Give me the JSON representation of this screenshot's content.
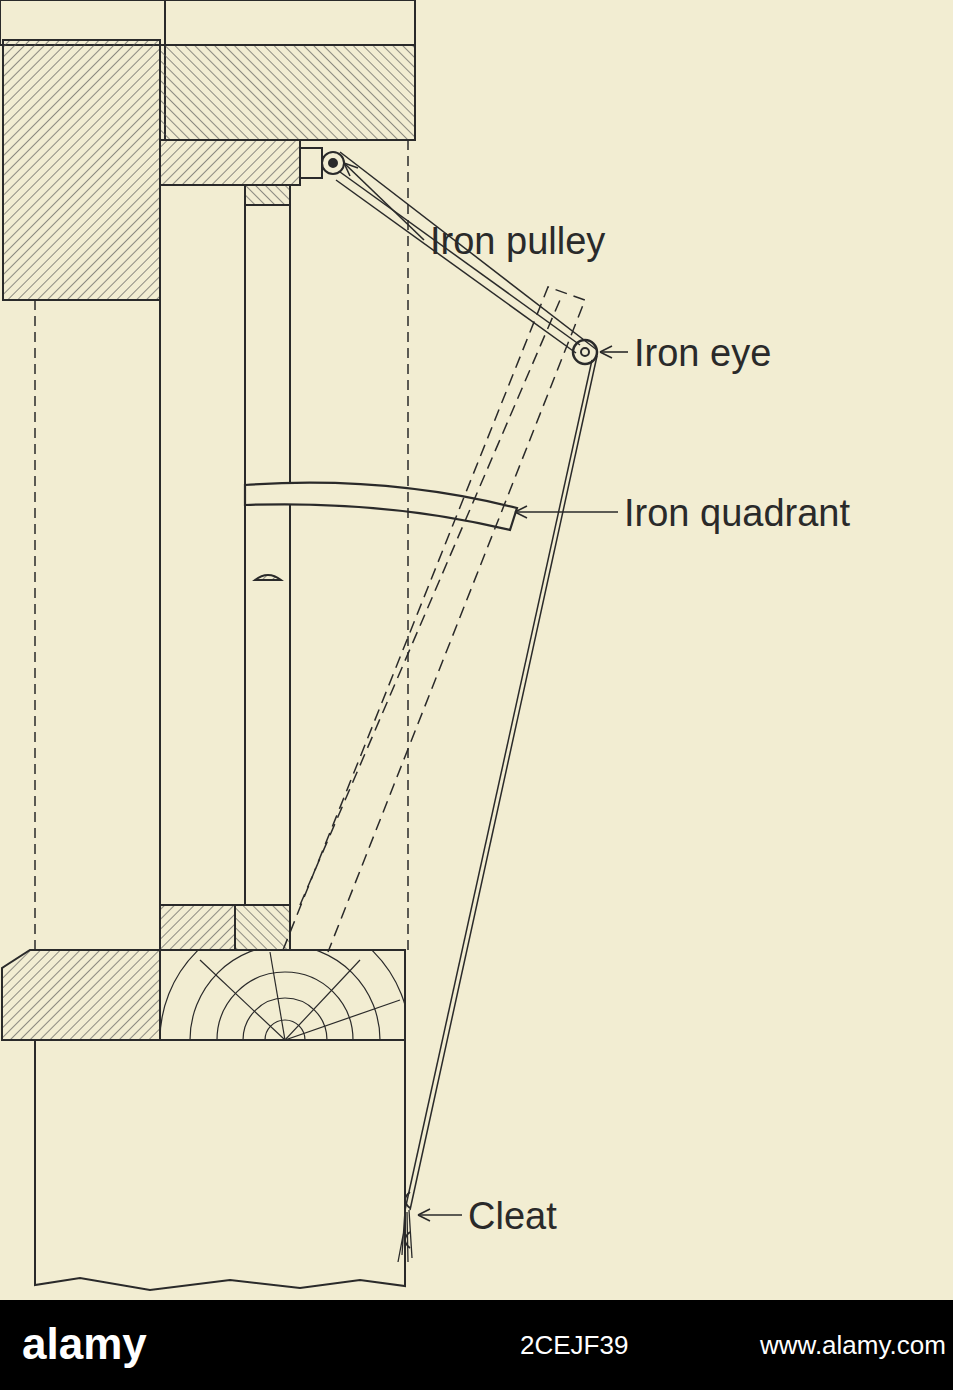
{
  "diagram": {
    "labels": [
      "Iron pulley",
      "Iron eye",
      "Iron quadrant",
      "Cleat",
      "alamy",
      "2CEJF39",
      "www.alamy.com"
    ]
  }
}
